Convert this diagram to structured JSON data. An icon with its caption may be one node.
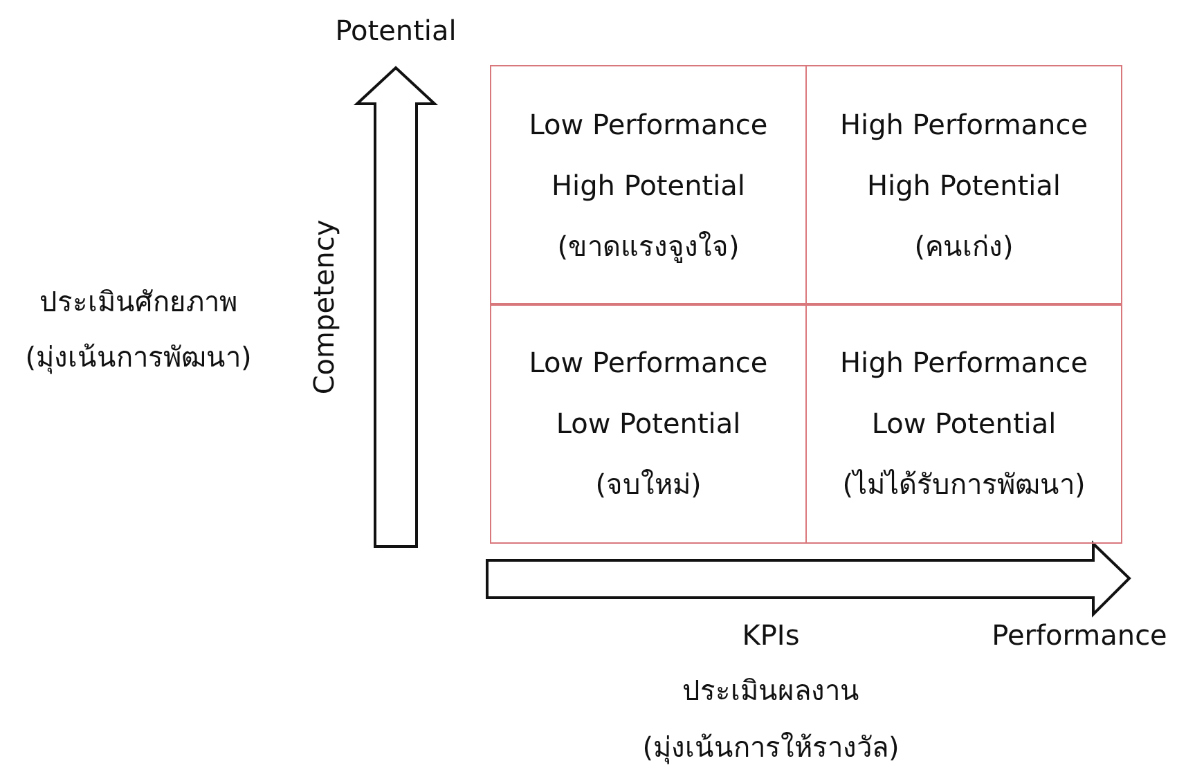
{
  "diagram": {
    "nodes": [
      {
        "text": [
          "Low Performance",
          "High Potential",
          "(ขาดแรงจูงใจ)"
        ]
      },
      {
        "text": [
          "High Performance",
          "High Potential",
          "(คนเก่ง)"
        ]
      },
      {
        "text": [
          "Low Performance",
          "Low Potential",
          "(จบใหม่)"
        ]
      },
      {
        "text": [
          "High Performance",
          "Low Potential",
          "(ไม่ได้รับการพัฒนา)"
        ]
      }
    ],
    "labels": [
      "Potential",
      "ประเมินศักยภาพ",
      "Competency",
      "(มุ่งเน้นการพัฒนา)",
      "KPIs",
      "Performance",
      "ประเมินผลงาน",
      "(มุ่งเน้นการให้รางวัล)"
    ]
  }
}
